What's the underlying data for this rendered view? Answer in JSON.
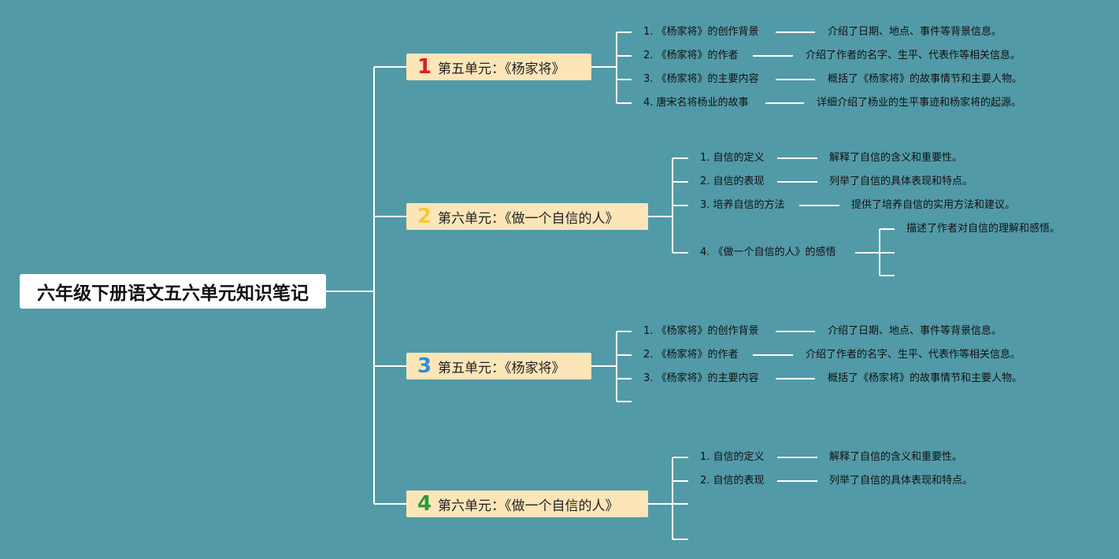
{
  "root": {
    "title": "六年级下册语文五六单元知识笔记"
  },
  "colors": {
    "background": "#529aa7",
    "branch_fill": "#fce5b8",
    "lines": "#ffffff"
  },
  "branches": [
    {
      "number": "1",
      "number_color": "#d9202a",
      "title": "第五单元：《杨家将》",
      "items": [
        {
          "label": "1. 《杨家将》的创作背景",
          "detail": "介绍了日期、地点、事件等背景信息。"
        },
        {
          "label": "2. 《杨家将》的作者",
          "detail": "介绍了作者的名字、生平、代表作等相关信息。"
        },
        {
          "label": "3. 《杨家将》的主要内容",
          "detail": "概括了《杨家将》的故事情节和主要人物。"
        },
        {
          "label": "4. 唐宋名将杨业的故事",
          "detail": "详细介绍了杨业的生平事迹和杨家将的起源。"
        }
      ]
    },
    {
      "number": "2",
      "number_color": "#f3c93a",
      "title": "第六单元：《做一个自信的人》",
      "items": [
        {
          "label": "1. 自信的定义",
          "detail": "解释了自信的含义和重要性。"
        },
        {
          "label": "2. 自信的表现",
          "detail": "列举了自信的具体表现和特点。"
        },
        {
          "label": "3. 培养自信的方法",
          "detail": "提供了培养自信的实用方法和建议。"
        },
        {
          "label": "4. 《做一个自信的人》的感悟",
          "details": [
            "描述了作者对自信的理解和感悟。",
            "",
            ""
          ]
        }
      ]
    },
    {
      "number": "3",
      "number_color": "#2d8fd6",
      "title": "第五单元：《杨家将》",
      "items": [
        {
          "label": "1. 《杨家将》的创作背景",
          "detail": "介绍了日期、地点、事件等背景信息。"
        },
        {
          "label": "2. 《杨家将》的作者",
          "detail": "介绍了作者的名字、生平、代表作等相关信息。"
        },
        {
          "label": "3. 《杨家将》的主要内容",
          "detail": "概括了《杨家将》的故事情节和主要人物。"
        },
        {
          "label": ""
        }
      ]
    },
    {
      "number": "4",
      "number_color": "#2e9b3a",
      "title": "第六单元：《做一个自信的人》",
      "items": [
        {
          "label": "1. 自信的定义",
          "detail": "解释了自信的含义和重要性。"
        },
        {
          "label": "2. 自信的表现",
          "detail": "列举了自信的具体表现和特点。"
        },
        {
          "label": ""
        },
        {
          "label": ""
        }
      ]
    }
  ]
}
